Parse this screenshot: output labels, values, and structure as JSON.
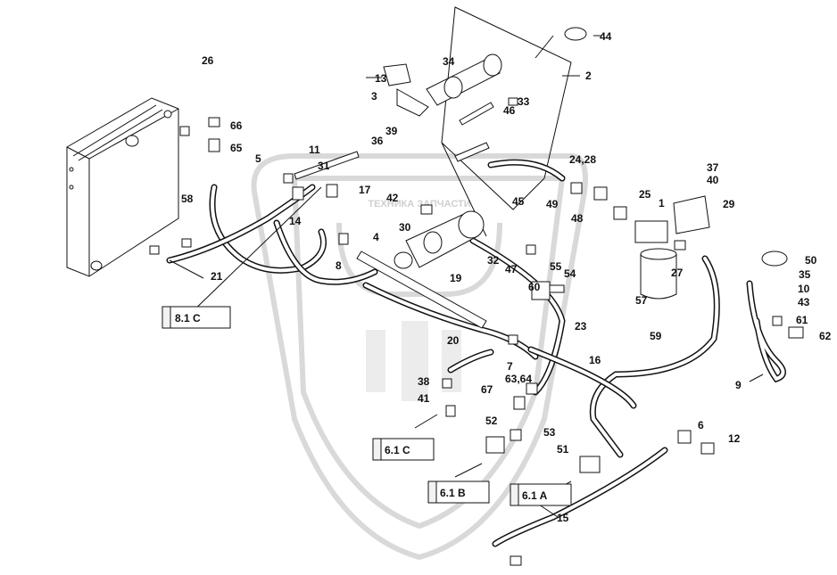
{
  "diagram": {
    "part_numbers": [
      "2",
      "3",
      "4",
      "5",
      "6",
      "7",
      "8",
      "9",
      "10",
      "11",
      "12",
      "13",
      "14",
      "15",
      "16",
      "17",
      "19",
      "20",
      "21",
      "23",
      "24,28",
      "25",
      "26",
      "27",
      "29",
      "30",
      "31",
      "32",
      "33",
      "34",
      "35",
      "36",
      "37",
      "38",
      "39",
      "40",
      "41",
      "42",
      "43",
      "44",
      "45",
      "46",
      "47",
      "48",
      "49",
      "50",
      "51",
      "52",
      "53",
      "54",
      "55",
      "57",
      "58",
      "59",
      "60",
      "61",
      "62",
      "63,64",
      "65",
      "66",
      "67",
      "1"
    ],
    "references": [
      "8.1 C",
      "6.1 C",
      "6.1 B",
      "6.1 A"
    ],
    "watermark": "ТЕХНИКА ЗАПЧАСТИ"
  }
}
